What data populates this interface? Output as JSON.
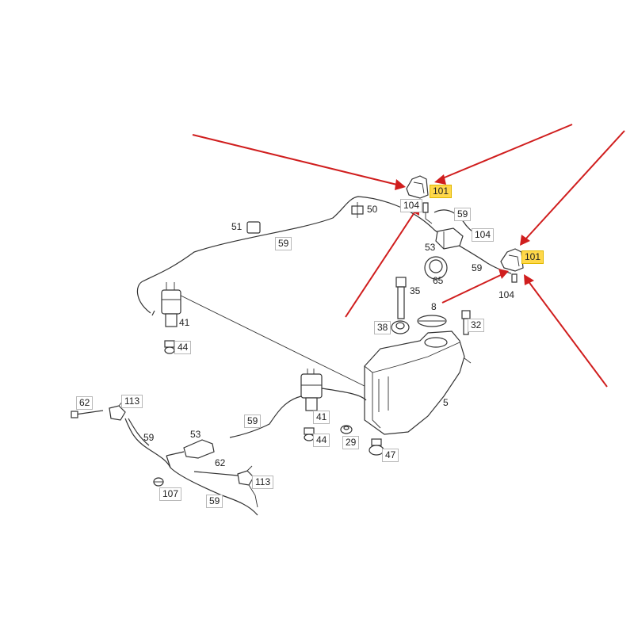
{
  "diagram": {
    "callouts": [
      {
        "id": "101a",
        "text": "101",
        "highlight": true
      },
      {
        "id": "104a",
        "text": "104",
        "highlight": false
      },
      {
        "id": "50",
        "text": "50",
        "highlight": false
      },
      {
        "id": "59a",
        "text": "59",
        "highlight": false
      },
      {
        "id": "104b",
        "text": "104",
        "highlight": false
      },
      {
        "id": "51",
        "text": "51",
        "highlight": false
      },
      {
        "id": "59b",
        "text": "59",
        "highlight": false
      },
      {
        "id": "53a",
        "text": "53",
        "highlight": false
      },
      {
        "id": "101b",
        "text": "101",
        "highlight": true
      },
      {
        "id": "59c",
        "text": "59",
        "highlight": false
      },
      {
        "id": "65",
        "text": "65",
        "highlight": false
      },
      {
        "id": "104c",
        "text": "104",
        "highlight": false
      },
      {
        "id": "35",
        "text": "35",
        "highlight": false
      },
      {
        "id": "8",
        "text": "8",
        "highlight": false
      },
      {
        "id": "41a",
        "text": "41",
        "highlight": false
      },
      {
        "id": "38",
        "text": "38",
        "highlight": false
      },
      {
        "id": "32",
        "text": "32",
        "highlight": false
      },
      {
        "id": "44a",
        "text": "44",
        "highlight": false
      },
      {
        "id": "5",
        "text": "5",
        "highlight": false
      },
      {
        "id": "62a",
        "text": "62",
        "highlight": false
      },
      {
        "id": "113a",
        "text": "113",
        "highlight": false
      },
      {
        "id": "41b",
        "text": "41",
        "highlight": false
      },
      {
        "id": "59d",
        "text": "59",
        "highlight": false
      },
      {
        "id": "53b",
        "text": "53",
        "highlight": false
      },
      {
        "id": "59e",
        "text": "59",
        "highlight": false
      },
      {
        "id": "44b",
        "text": "44",
        "highlight": false
      },
      {
        "id": "29",
        "text": "29",
        "highlight": false
      },
      {
        "id": "47",
        "text": "47",
        "highlight": false
      },
      {
        "id": "62b",
        "text": "62",
        "highlight": false
      },
      {
        "id": "113b",
        "text": "113",
        "highlight": false
      },
      {
        "id": "107",
        "text": "107",
        "highlight": false
      },
      {
        "id": "59f",
        "text": "59",
        "highlight": false
      }
    ],
    "colors": {
      "arrow": "#d01e1e",
      "highlight": "#ffd84a",
      "line": "#333333"
    }
  }
}
